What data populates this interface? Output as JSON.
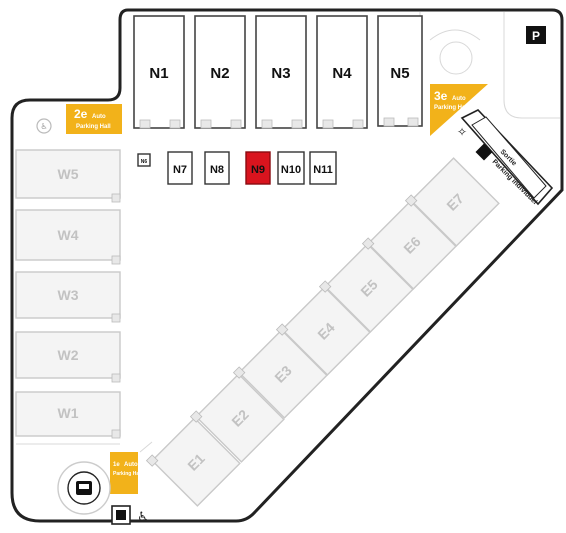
{
  "north_booths": [
    "N1",
    "N2",
    "N3",
    "N4",
    "N5"
  ],
  "north_small_booths": [
    "N7",
    "N8",
    "N9",
    "N10",
    "N11"
  ],
  "north_mini_booth": "N6",
  "highlighted_booth": "N9",
  "west_booths": [
    "W5",
    "W4",
    "W3",
    "W2",
    "W1"
  ],
  "east_booths": [
    "E1",
    "E2",
    "E3",
    "E4",
    "E5",
    "E6",
    "E7"
  ],
  "stairs": [
    {
      "floor": "2e",
      "sub": "Auto",
      "note": "Parking Hall"
    },
    {
      "floor": "3e",
      "sub": "Auto",
      "note": "Parking Hall"
    },
    {
      "floor": "1e",
      "sub": "Auto",
      "note": "Parking Hall"
    }
  ],
  "parking_sign": "P",
  "info_box": {
    "line1": "Sortie",
    "line2": "Parking individuel"
  },
  "colors": {
    "highlight": "#d9141e",
    "stairs": "#f2b21a",
    "outline": "#222222"
  },
  "icons": [
    "accessible-parking-icon",
    "parking-icon",
    "stairs-icon",
    "wheelchair-icon",
    "compass-icon",
    "elevator-icon",
    "exit-icon"
  ]
}
